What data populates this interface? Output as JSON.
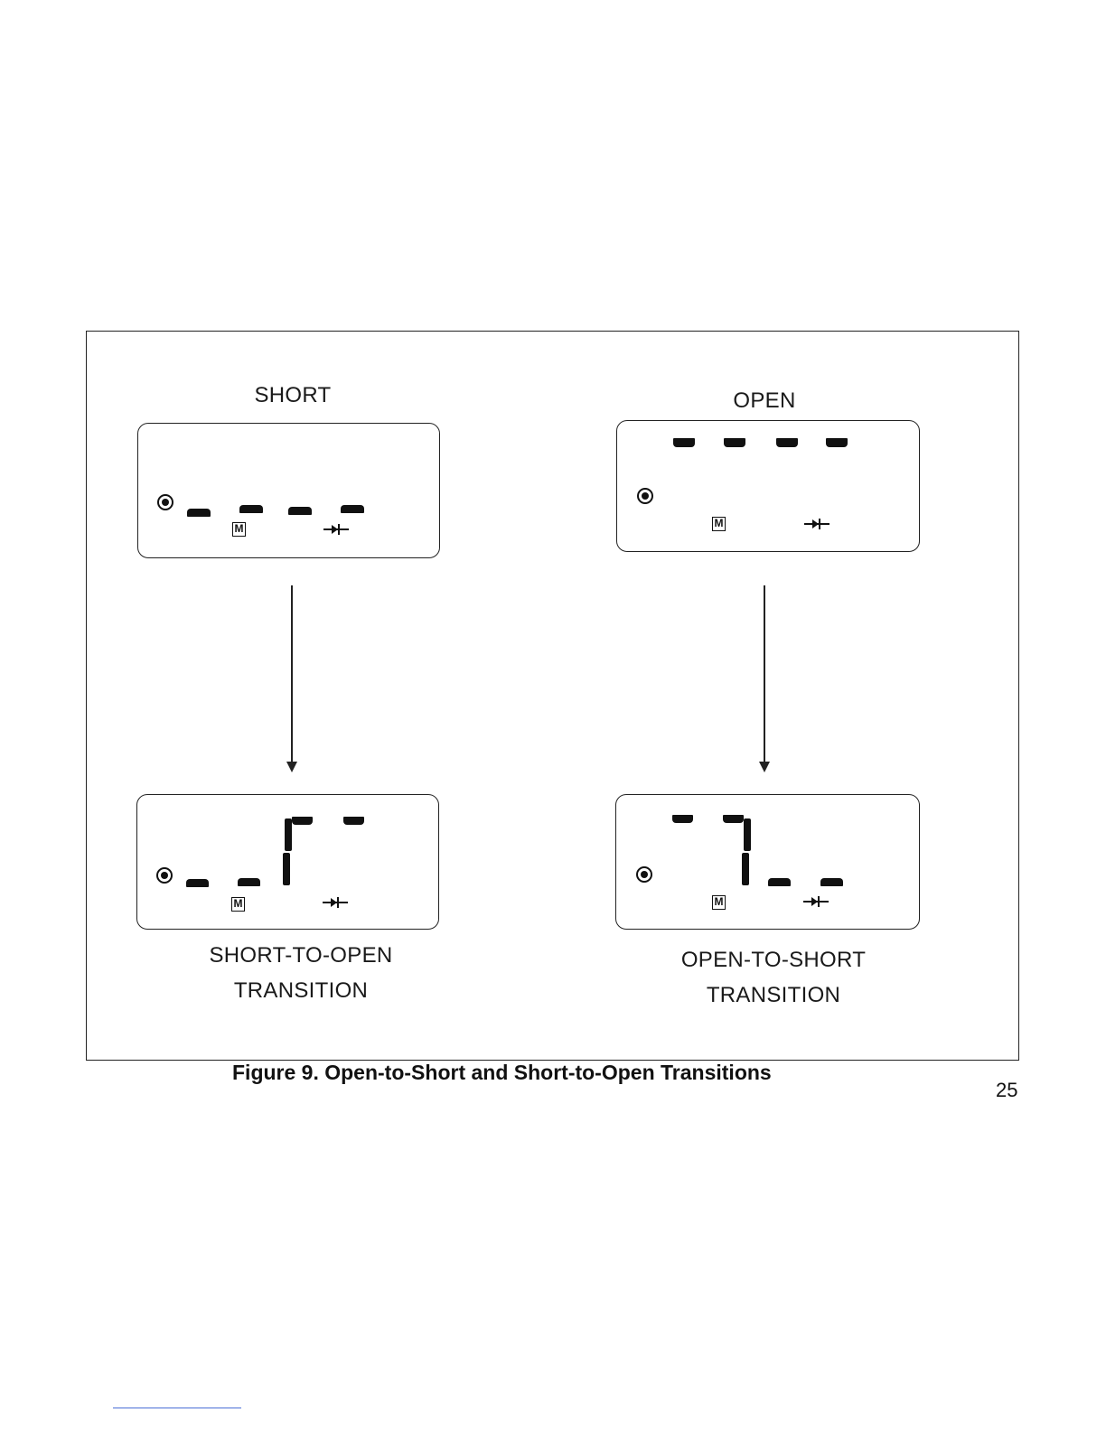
{
  "panels": {
    "short_label": "SHORT",
    "open_label": "OPEN",
    "short_to_open_line1": "SHORT-TO-OPEN",
    "short_to_open_line2": "TRANSITION",
    "open_to_short_line1": "OPEN-TO-SHORT",
    "open_to_short_line2": "TRANSITION"
  },
  "lcd": {
    "m_symbol": "M",
    "icons": [
      "target-icon",
      "memory-m-icon",
      "diode-icon"
    ]
  },
  "figure": {
    "caption": "Figure 9. Open-to-Short and Short-to-Open Transitions"
  },
  "page": {
    "number": "25"
  }
}
